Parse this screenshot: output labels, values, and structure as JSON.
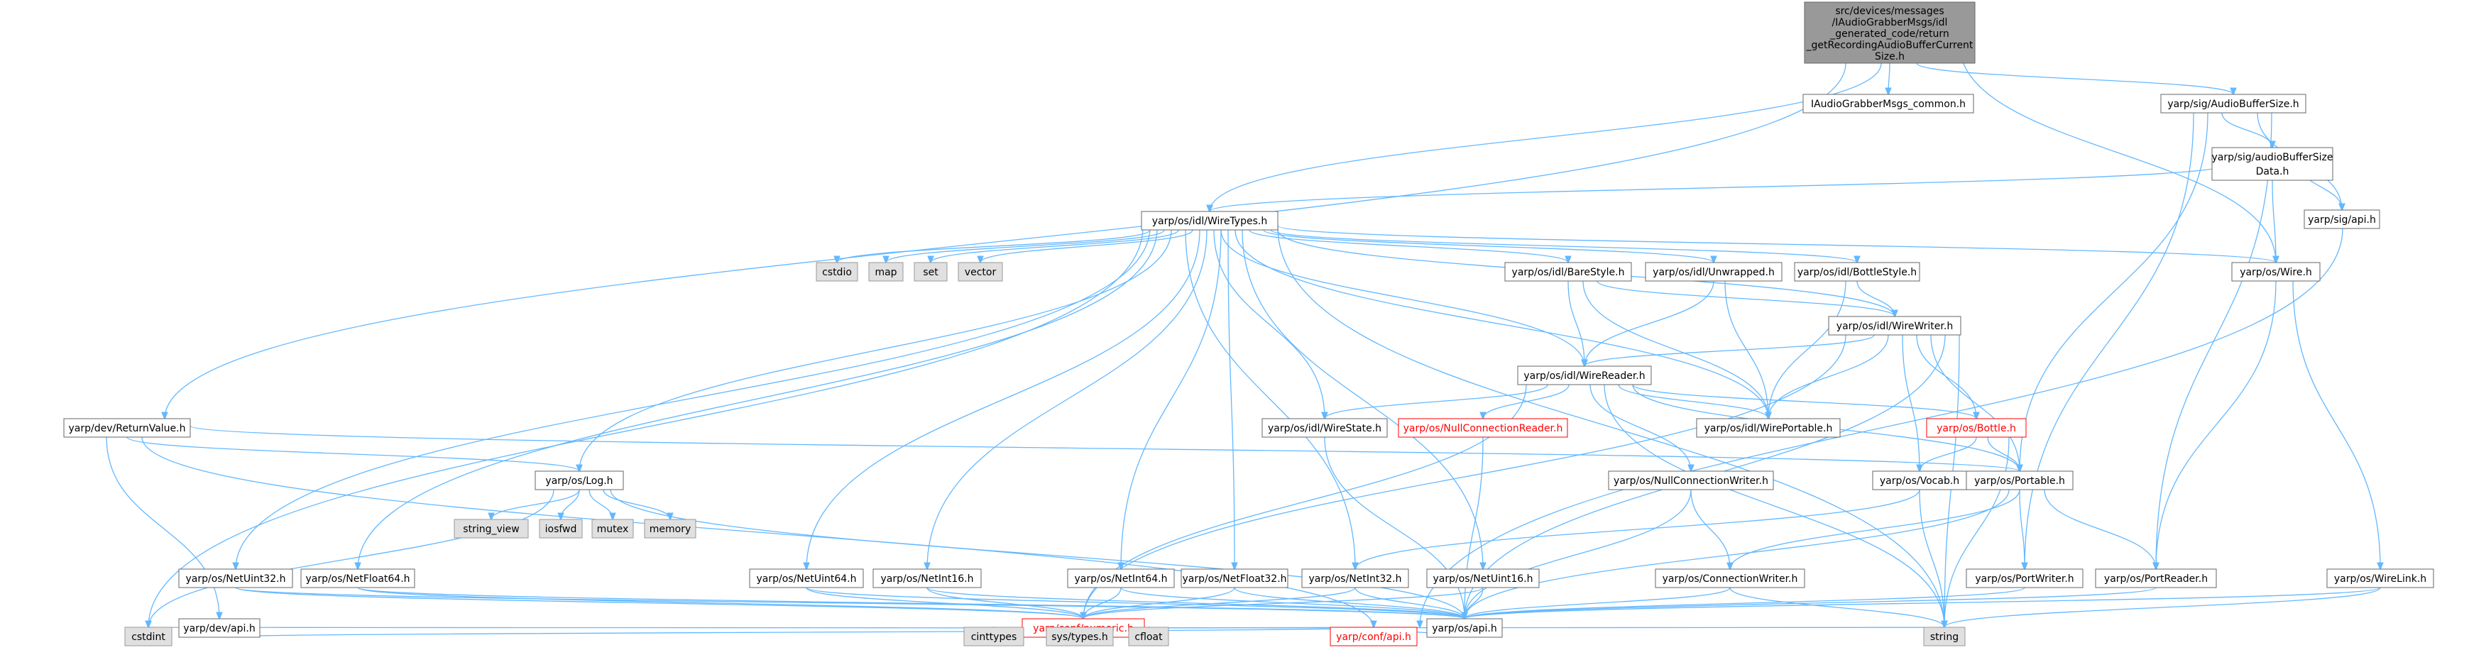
{
  "diagram": {
    "root": {
      "lines": [
        "src/devices/messages",
        "/IAudioGrabberMsgs/idl",
        "_generated_code/return",
        "_getRecordingAudioBufferCurrent",
        "Size.h"
      ]
    },
    "nodes": {
      "common": "IAudioGrabberMsgs_common.h",
      "audiobuffersize": "yarp/sig/AudioBufferSize.h",
      "audiobufdata_l1": "yarp/sig/audioBufferSize",
      "audiobufdata_l2": "Data.h",
      "sigapi": "yarp/sig/api.h",
      "wiretypes": "yarp/os/idl/WireTypes.h",
      "cstdio": "cstdio",
      "map": "map",
      "set": "set",
      "vector": "vector",
      "barestyle": "yarp/os/idl/BareStyle.h",
      "unwrapped": "yarp/os/idl/Unwrapped.h",
      "bottlestyle": "yarp/os/idl/BottleStyle.h",
      "wire": "yarp/os/Wire.h",
      "wirewriter": "yarp/os/idl/WireWriter.h",
      "wirereader": "yarp/os/idl/WireReader.h",
      "returnvalue": "yarp/dev/ReturnValue.h",
      "wirestate": "yarp/os/idl/WireState.h",
      "nullreader": "yarp/os/NullConnectionReader.h",
      "wireportable": "yarp/os/idl/WirePortable.h",
      "bottle": "yarp/os/Bottle.h",
      "log": "yarp/os/Log.h",
      "nullwriter": "yarp/os/NullConnectionWriter.h",
      "vocab": "yarp/os/Vocab.h",
      "portable": "yarp/os/Portable.h",
      "string_view": "string_view",
      "iosfwd": "iosfwd",
      "mutex": "mutex",
      "memory": "memory",
      "netuint32": "yarp/os/NetUint32.h",
      "netfloat64": "yarp/os/NetFloat64.h",
      "netuint64": "yarp/os/NetUint64.h",
      "netint16": "yarp/os/NetInt16.h",
      "netint64": "yarp/os/NetInt64.h",
      "netfloat32": "yarp/os/NetFloat32.h",
      "netint32": "yarp/os/NetInt32.h",
      "netuint16": "yarp/os/NetUint16.h",
      "connwriter": "yarp/os/ConnectionWriter.h",
      "portwriter": "yarp/os/PortWriter.h",
      "portreader": "yarp/os/PortReader.h",
      "wirelink": "yarp/os/WireLink.h",
      "devapi": "yarp/dev/api.h",
      "numeric": "yarp/conf/numeric.h",
      "osapi": "yarp/os/api.h",
      "cstdint": "cstdint",
      "cinttypes": "cinttypes",
      "systypes": "sys/types.h",
      "cfloat": "cfloat",
      "confapi": "yarp/conf/api.h",
      "string": "string"
    },
    "colors": {
      "edge": "#63b8ff",
      "root_fill": "#999999",
      "std_fill": "#e0e0e0",
      "incomplete_border": "#ff0000"
    }
  }
}
